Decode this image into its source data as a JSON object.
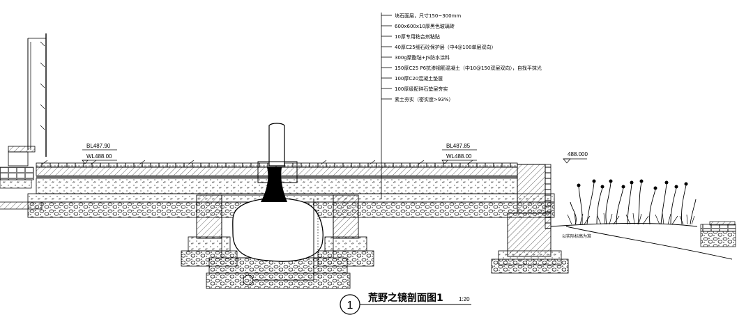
{
  "layers": [
    "块石面层，尺寸150~300mm",
    "600x600x10厚黑色玻璃砖",
    "10厚专用粘合剂粘贴",
    "40厚C25细石砼保护层（中4@100单层双向）",
    "300g聚酯毡+JS防水涂料",
    "150厚C25 P6抗渗钢筋混凝土（中10@150双层双向），自找平抹光",
    "100厚C20混凝土垫层",
    "100厚级配碎石垫层夯实",
    "素土夯实（密实度>93%）"
  ],
  "levels": {
    "left_top": "BL487.90",
    "left_bottom": "WL488.00",
    "mid_top": "BL487.85",
    "mid_bottom": "WL488.00",
    "right": "488.000"
  },
  "notes": {
    "ground_right": "以实际标高为准"
  },
  "title": {
    "number": "1",
    "name": "荒野之镜剖面图1",
    "scale": "1:20"
  },
  "colors": {
    "ink": "#000000",
    "paper": "#ffffff"
  }
}
